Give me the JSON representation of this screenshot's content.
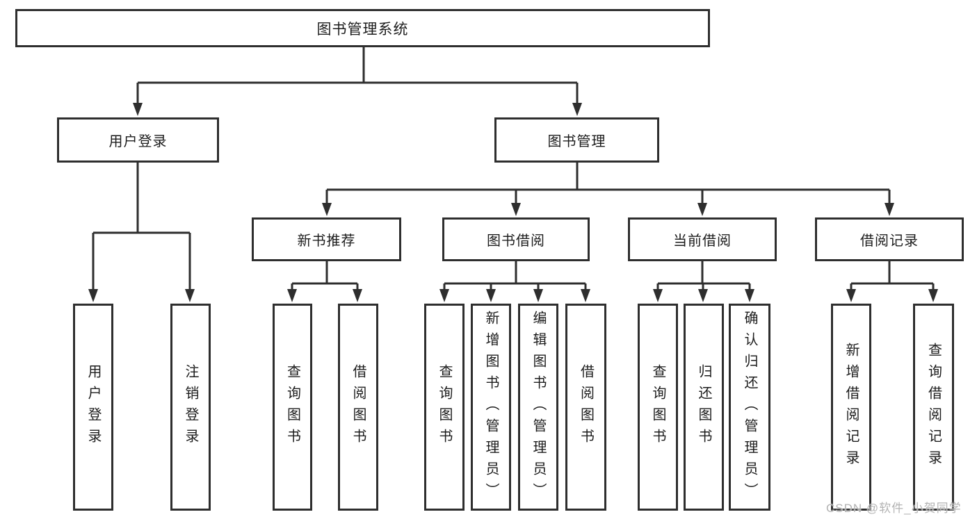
{
  "diagram": {
    "root": {
      "label": "图书管理系统"
    },
    "branches": [
      {
        "label": "用户登录",
        "children": [
          {
            "label": "用户登录"
          },
          {
            "label": "注销登录"
          }
        ]
      },
      {
        "label": "图书管理",
        "sections": [
          {
            "label": "新书推荐",
            "children": [
              {
                "label": "查询图书"
              },
              {
                "label": "借阅图书"
              }
            ]
          },
          {
            "label": "图书借阅",
            "children": [
              {
                "label": "查询图书"
              },
              {
                "label": "新增图书（管理员）"
              },
              {
                "label": "编辑图书（管理员）"
              },
              {
                "label": "借阅图书"
              }
            ]
          },
          {
            "label": "当前借阅",
            "children": [
              {
                "label": "查询图书"
              },
              {
                "label": "归还图书"
              },
              {
                "label": "确认归还（管理员）"
              }
            ]
          },
          {
            "label": "借阅记录",
            "children": [
              {
                "label": "新增借阅记录"
              },
              {
                "label": "查询借阅记录"
              }
            ]
          }
        ]
      }
    ]
  },
  "watermark": {
    "text": "CSDN @软件_小贺同学"
  },
  "colors": {
    "line": "#2e2e2e",
    "text": "#1c1c1c",
    "background": "#ffffff",
    "watermark": "#b3b3b3"
  }
}
